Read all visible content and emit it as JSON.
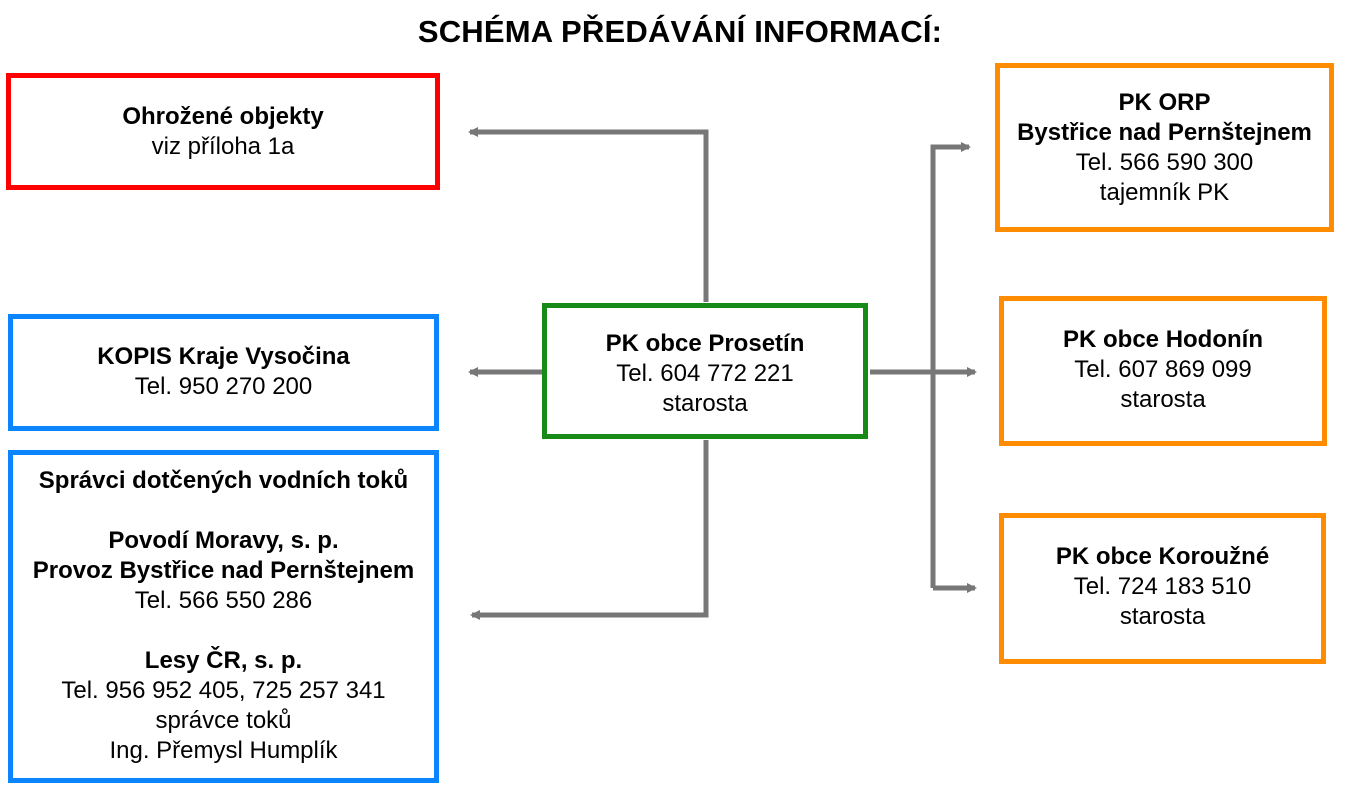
{
  "title": "SCHÉMA PŘEDÁVÁNÍ INFORMACÍ:",
  "colors": {
    "threatened": "#ff0000",
    "info": "#0a84ff",
    "center": "#178a17",
    "municipal": "#ff8c00",
    "connector": "#777777"
  },
  "nodes": {
    "ohrozene": {
      "name": "Ohrožené objekty",
      "detail": "viz příloha 1a"
    },
    "kopis": {
      "name": "KOPIS Kraje Vysočina",
      "phone": "Tel. 950 270 200"
    },
    "spravci": {
      "heading": "Správci dotčených vodních toků",
      "povodi_name": "Povodí Moravy, s. p.",
      "povodi_unit": "Provoz Bystřice nad Pernštejnem",
      "povodi_phone": "Tel. 566 550 286",
      "lesy_name": "Lesy ČR, s. p.",
      "lesy_phone": "Tel. 956 952 405, 725 257 341",
      "lesy_role": "správce toků",
      "lesy_person": "Ing. Přemysl Humplík"
    },
    "center": {
      "name": "PK obce Prosetín",
      "phone": "Tel. 604 772 221",
      "role": "starosta"
    },
    "orp": {
      "name": "PK ORP",
      "place": "Bystřice nad Pernštejnem",
      "phone": "Tel. 566 590 300",
      "role": "tajemník PK"
    },
    "hodonin": {
      "name": "PK obce Hodonín",
      "phone": "Tel. 607 869 099",
      "role": "starosta"
    },
    "korouzne": {
      "name": "PK obce Koroužné",
      "phone": "Tel. 724 183 510",
      "role": "starosta"
    }
  }
}
